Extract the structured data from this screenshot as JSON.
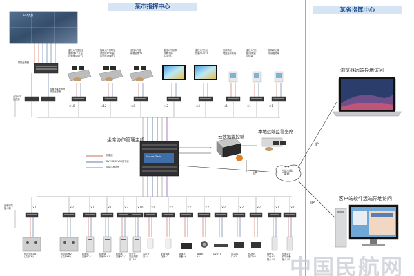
{
  "headers": {
    "city": "某市指挥中心",
    "province": "某省指挥中心"
  },
  "dlp_label": "DLP大屏",
  "splicer_label": "拼接处理器",
  "left_top_labels": {
    "splicer_note": "市局指挥专用及\n拼接处理器",
    "input": "会场IPT/\n音视频"
  },
  "top_devices": [
    {
      "label": "监控大厅值班坐\n席座席1+1(监\n控坐席)功能+1",
      "count": "×16"
    },
    {
      "label": "指挥大厅领导坐\n席座席1+1(监\n控坐席)功能+1",
      "count": "×12"
    },
    {
      "label": "总控大厅控\n制席坐席+1",
      "count": "×8"
    },
    {
      "label": "监控大厅领导/\n预案/指挥\n(LED)+2",
      "count": "×2"
    },
    {
      "label": "监控大厅分台\n预案/LCD+4",
      "count": "×4"
    },
    {
      "label": "案件情况\n地图显示终端",
      "count": "×1"
    },
    {
      "label": "监控大厅分\n级/视频会\n议终端",
      "count": "×1"
    },
    {
      "label": "指挥中心现\n场调度终端",
      "count": "×1"
    }
  ],
  "center": {
    "title": "坐席协作管理主机",
    "screen_brand": "Secure Desk",
    "legend": [
      "控制线",
      "DVI/HDMI/VGA信号线",
      "USB KM信号"
    ]
  },
  "cloud_label": "云数据管控端",
  "local_remote_label": "本地远端监看坐席",
  "network": {
    "label": "内部专网/\n广域网",
    "ip_left": "IP",
    "ip_top": "IP",
    "ip_bottom": "IP"
  },
  "browser_label": "浏览器远端异地访问",
  "client_label": "客户端软件远端异地访问",
  "bottom_left_label": "坐席终端\n接入端",
  "bottom_devices": [
    {
      "label": "综合坐席1#\n(共用KM)",
      "count": "×1"
    },
    {
      "label": "综合坐席2\n(共用KM)",
      "count": "×2"
    },
    {
      "label": "机房服\n务器PC+1",
      "count": "×1"
    },
    {
      "label": "机房服\n务器PC+1",
      "count": "×1"
    },
    {
      "label": "机房服\n务器PC+2",
      "count": "×2"
    },
    {
      "label": "公安业\n务应用服\n务+10",
      "count": "×10"
    },
    {
      "label": "监控业\n务+4",
      "count": "×4"
    },
    {
      "label": "无线调度\n交换+2",
      "count": "×2"
    },
    {
      "label": "录像机\n设备+6",
      "count": "×2"
    },
    {
      "label": "摄像机\n+2",
      "count": "×2"
    },
    {
      "label": "DVD+1",
      "count": "×2"
    },
    {
      "label": "VGA接\n口+2",
      "count": "×2"
    },
    {
      "label": "HDMI\n接口+2",
      "count": "×2"
    },
    {
      "label": "模块化\n平台+1\n接入+1",
      "count": "×1"
    },
    {
      "label": "视频会议\n终端设备\n接入+1",
      "count": "×1"
    }
  ],
  "watermark": "中国民航网",
  "colors": {
    "header_bg": "#d6e4f3",
    "header_text": "#1f4f8f",
    "control": "#c0392b",
    "video": "#2c4f8c",
    "usb": "#8e44ad",
    "line": "#9a9a9a"
  }
}
